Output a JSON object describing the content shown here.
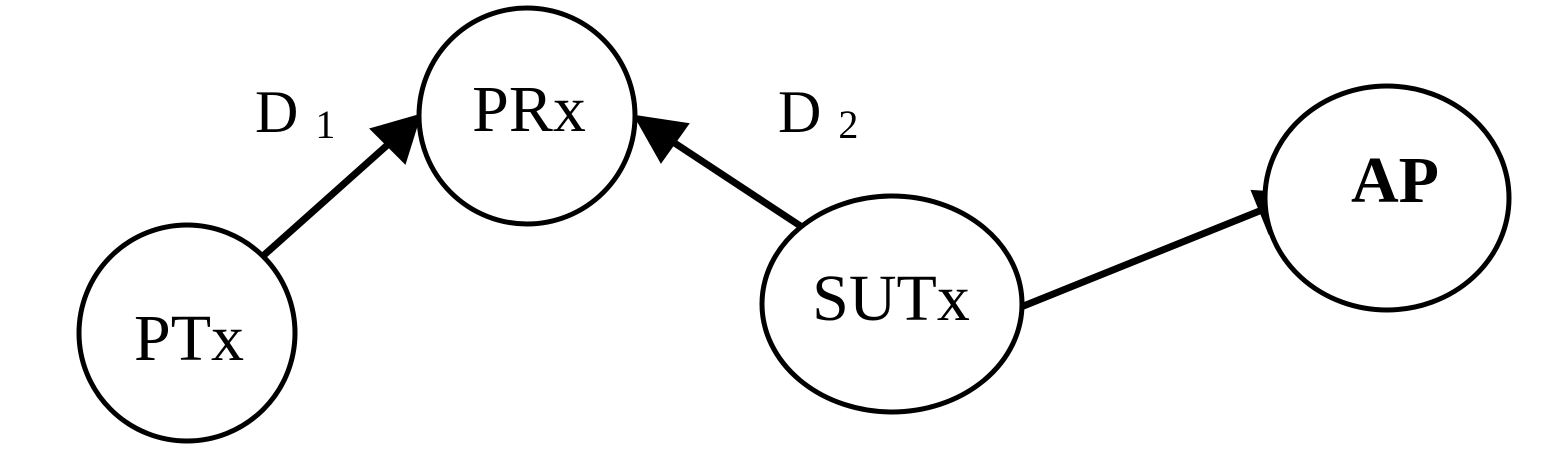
{
  "diagram": {
    "nodes": [
      {
        "id": "ptx",
        "label": "PTx",
        "bold": false
      },
      {
        "id": "prx",
        "label": "PRx",
        "bold": false
      },
      {
        "id": "sutx",
        "label": "SUTx",
        "bold": false
      },
      {
        "id": "ap",
        "label": "AP",
        "bold": true
      }
    ],
    "edges": [
      {
        "id": "d1",
        "from": "ptx",
        "to": "prx",
        "label_main": "D",
        "label_sub": "1"
      },
      {
        "id": "d2",
        "from": "sutx",
        "to": "prx",
        "label_main": "D",
        "label_sub": "2"
      },
      {
        "id": "sutx-ap",
        "from": "sutx",
        "to": "ap",
        "label_main": "",
        "label_sub": ""
      }
    ]
  },
  "colors": {
    "stroke": "#000000",
    "background": "#ffffff"
  }
}
